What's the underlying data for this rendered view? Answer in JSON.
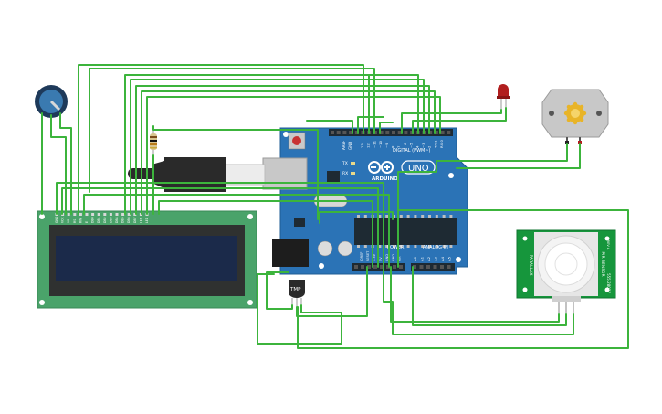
{
  "arduino": {
    "brand": "ARDUINO",
    "model": "UNO",
    "digital_label": "DIGITAL (PWM~)",
    "power_label": "POWER",
    "analog_label": "ANALOG IN",
    "aref": "AREF",
    "gnd": "GND",
    "tx": "TX",
    "rx": "RX",
    "digital_pins": [
      "13",
      "12",
      "~11",
      "~10",
      "~9",
      "8",
      "7",
      "~6",
      "~5",
      "4",
      "~3",
      "2",
      "TX 1",
      "RX 0"
    ],
    "power_pins": [
      "IOREF",
      "RESET",
      "3.3V",
      "5V",
      "GND",
      "GND",
      "Vin"
    ],
    "analog_pins": [
      "A0",
      "A1",
      "A2",
      "A3",
      "A4",
      "A5"
    ]
  },
  "lcd": {
    "pins": [
      "GND",
      "VCC",
      "V0",
      "RS",
      "RW",
      "E",
      "DB0",
      "DB1",
      "DB2",
      "DB3",
      "DB4",
      "DB5",
      "DB6",
      "DB7",
      "LED",
      "LED"
    ]
  },
  "temp_sensor": {
    "label": "TMP"
  },
  "pir": {
    "left_label": "PARALLAX",
    "right_label": "PIR SENSOR",
    "right_label2": "555-28027",
    "rev": "REV A"
  },
  "colors": {
    "wire": "#3cb43c",
    "board": "#2b73b6",
    "pcb_green": "#16963c",
    "lcd_screen": "#1b2a4a",
    "led": "#b11e1e"
  }
}
